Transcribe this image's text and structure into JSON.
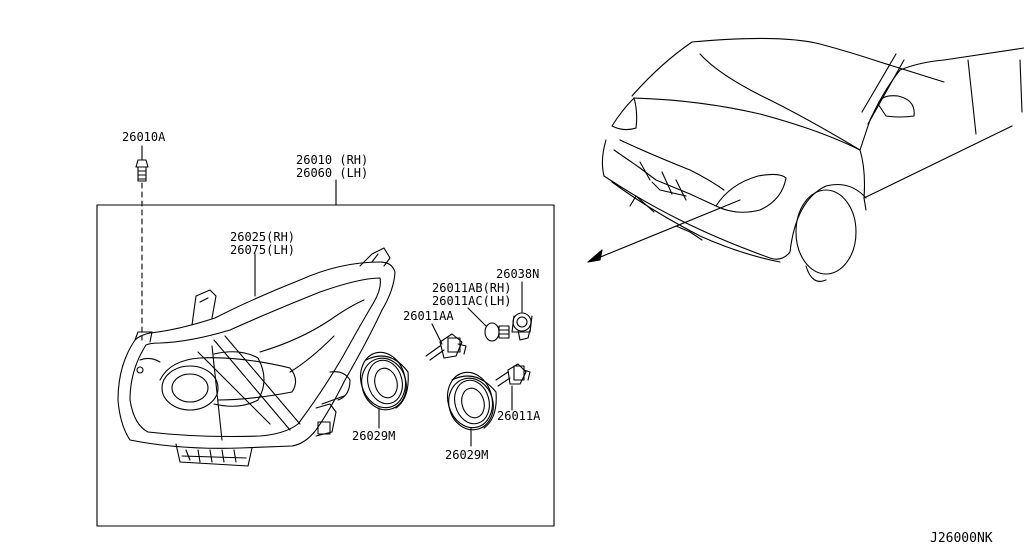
{
  "parts": {
    "bolt": "26010A",
    "headlamp_rh": "26010 (RH)",
    "headlamp_lh": "26060 (LH)",
    "lens_rh": "26025(RH)",
    "lens_lh": "26075(LH)",
    "bulb_side_rh": "26011AB(RH)",
    "bulb_side_lh": "26011AC(LH)",
    "socket": "26038N",
    "bulb_main": "26011AA",
    "bulb_low": "26011A",
    "cap_left": "26029M",
    "cap_right": "26029M"
  },
  "figure_code": "J26000NK"
}
